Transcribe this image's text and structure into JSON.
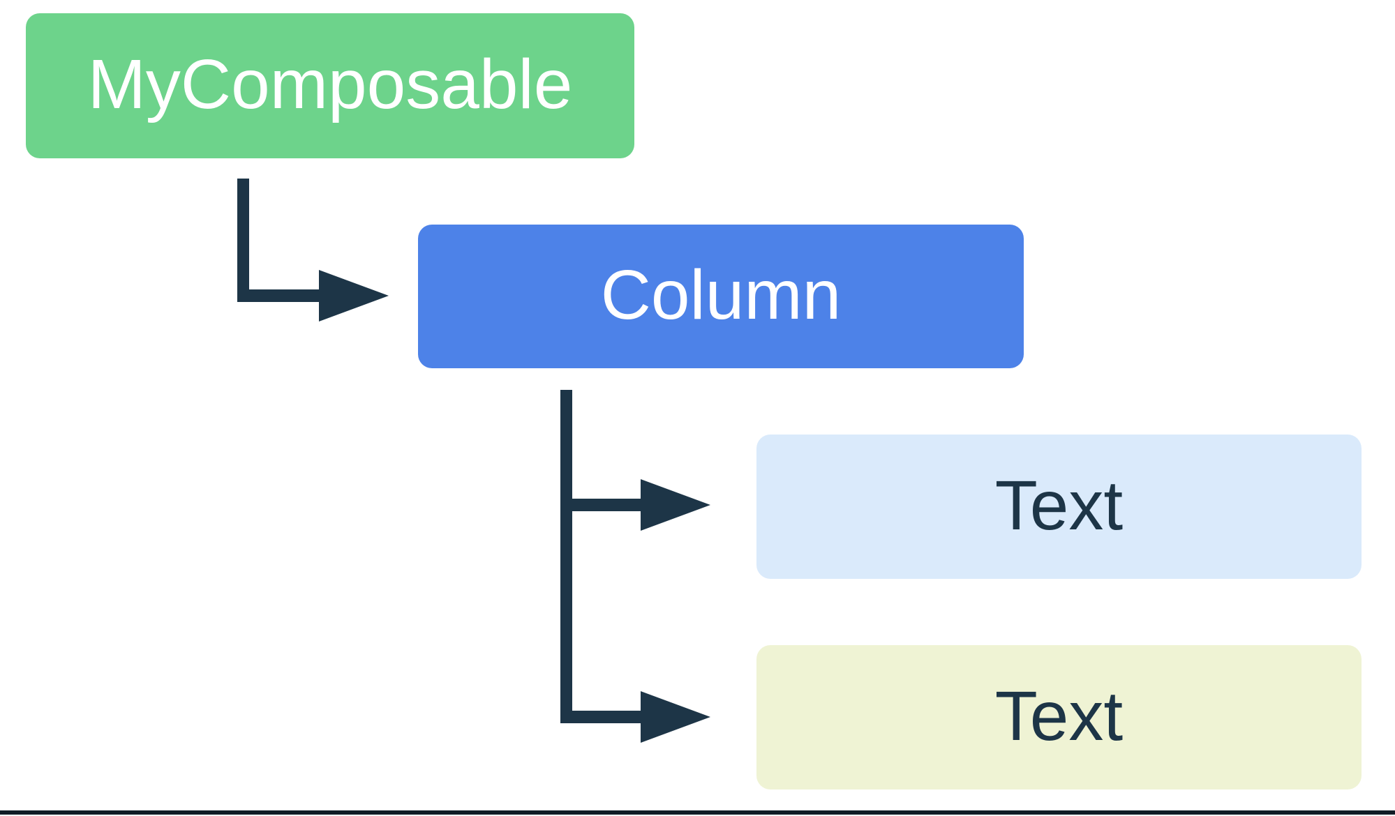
{
  "diagram": {
    "type": "tree-hierarchy",
    "background": "#ffffff",
    "connector_color": "#1d3547",
    "bottom_rule_color": "#111c26",
    "nodes": [
      {
        "id": "mycomposable",
        "label": "MyComposable",
        "fill": "#6dd38b",
        "text_color": "#ffffff"
      },
      {
        "id": "column",
        "label": "Column",
        "fill": "#4d82e8",
        "text_color": "#ffffff"
      },
      {
        "id": "text-1",
        "label": "Text",
        "fill": "#daeafb",
        "text_color": "#1d3547"
      },
      {
        "id": "text-2",
        "label": "Text",
        "fill": "#eff3d4",
        "text_color": "#1d3547"
      }
    ],
    "edges": [
      {
        "from": "mycomposable",
        "to": "column"
      },
      {
        "from": "column",
        "to": "text-1"
      },
      {
        "from": "column",
        "to": "text-2"
      }
    ]
  }
}
